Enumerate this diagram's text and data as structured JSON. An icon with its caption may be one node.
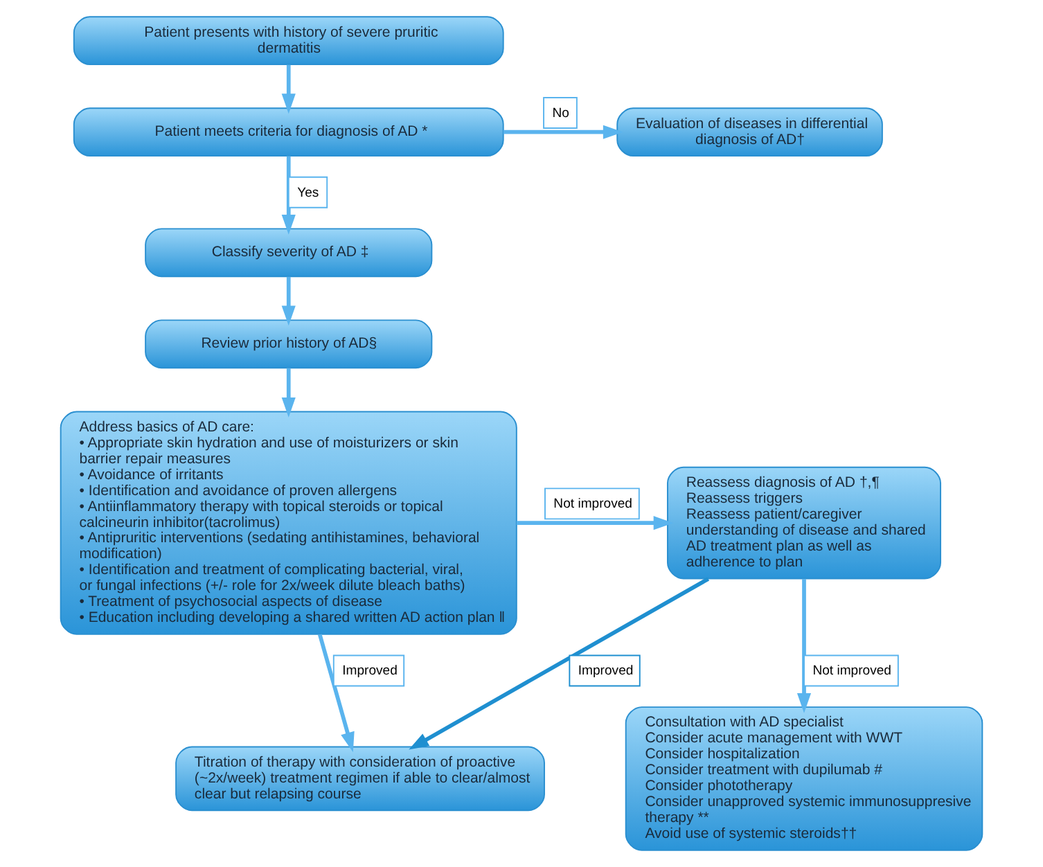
{
  "diagram": {
    "nodes": [
      {
        "text": [
          "Patient presents with history of severe pruritic dermatitis"
        ]
      },
      {
        "text": [
          "Patient meets criteria for diagnosis of AD *"
        ]
      },
      {
        "text": [
          "Evaluation of diseases in differential diagnosis of AD†"
        ]
      },
      {
        "text": [
          "Classify severity of AD ‡"
        ]
      },
      {
        "text": [
          "Review prior history of AD§"
        ]
      },
      {
        "text": [
          "Address basics of AD care:",
          "• Appropriate skin hydration and use of moisturizers or skin barrier repair measures",
          "• Avoidance of irritants",
          "• Identification and avoidance of proven allergens",
          "• Antiinflammatory therapy with topical steroids or topical calcineurin inhibitor(tacrolimus)",
          "• Antipruritic interventions (sedating antihistamines, behavioral modification)",
          "• Identification and treatment of complicating bacterial, viral, or fungal infections (+/- role for 2x/week dilute bleach baths)",
          "• Treatment of psychosocial aspects of disease",
          "• Education including developing a shared written AD action plan ‖"
        ]
      },
      {
        "text": [
          "Reassess diagnosis of AD †,¶",
          "Reassess triggers",
          "Reassess patient/caregiver understanding of disease and shared AD treatment plan as well as adherence to plan"
        ]
      },
      {
        "text": [
          "Consultation with AD specialist",
          "Consider acute management with WWT",
          "Consider hospitalization",
          "Consider treatment with dupilumab #",
          "Consider phototherapy",
          "Consider unapproved systemic immunosuppresive therapy **",
          "Avoid use of systemic steroids††"
        ]
      },
      {
        "text": [
          "Titration of therapy with consideration of proactive (~2x/week) treatment regimen if able to clear/almost clear but relapsing course"
        ]
      }
    ],
    "edges": [
      {
        "from": 0,
        "to": 1,
        "arrow": "to"
      },
      {
        "from": 1,
        "to": 2,
        "arrow": "to",
        "label": "No"
      },
      {
        "from": 1,
        "to": 3,
        "arrow": "to",
        "label": "Yes"
      },
      {
        "from": 3,
        "to": 4,
        "arrow": "to"
      },
      {
        "from": 4,
        "to": 5,
        "arrow": "to"
      },
      {
        "from": 5,
        "to": 6,
        "arrow": "to",
        "label": "Not improved"
      },
      {
        "from": 6,
        "to": 7,
        "arrow": "to",
        "label": "Not improved"
      },
      {
        "from": 5,
        "to": 8,
        "arrow": "to",
        "label": "Improved"
      },
      {
        "from": 6,
        "to": 8,
        "arrow": "to",
        "label": "Improved",
        "color": "#1f8fd0"
      }
    ]
  }
}
